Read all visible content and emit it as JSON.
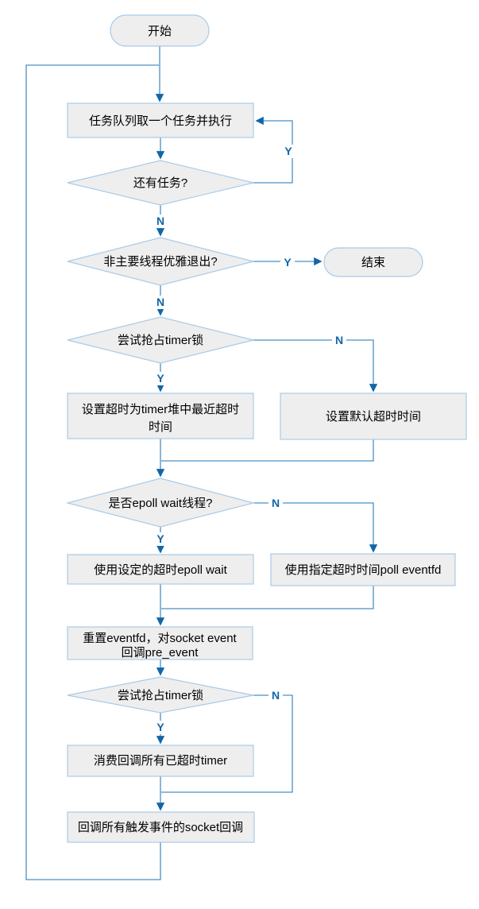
{
  "diagram": {
    "type": "flowchart",
    "language": "zh-CN",
    "colors": {
      "node_fill": "#eeeeee",
      "node_border": "#a9cbe8",
      "line": "#4a8fc3",
      "arrow": "#1166a8",
      "text": "#000000"
    },
    "nodes": {
      "start": {
        "type": "terminator",
        "label": "开始"
      },
      "take_task": {
        "type": "process",
        "label": "任务队列取一个任务并执行"
      },
      "more_tasks": {
        "type": "decision",
        "label": "还有任务?"
      },
      "graceful_exit": {
        "type": "decision",
        "label": "非主要线程优雅退出?"
      },
      "end": {
        "type": "terminator",
        "label": "结束"
      },
      "try_timer_lock_1": {
        "type": "decision",
        "label": "尝试抢占timer锁"
      },
      "set_timeout_heap": {
        "type": "process",
        "label": "设置超时为timer堆中最近超时时间",
        "lines": [
          "设置超时为timer堆中最近超时",
          "时间"
        ]
      },
      "set_default_timeout": {
        "type": "process",
        "label": "设置默认超时时间"
      },
      "is_epoll_thread": {
        "type": "decision",
        "label": "是否epoll wait线程?"
      },
      "epoll_wait": {
        "type": "process",
        "label": "使用设定的超时epoll wait"
      },
      "poll_eventfd": {
        "type": "process",
        "label": "使用指定超时时间poll eventfd"
      },
      "reset_eventfd": {
        "type": "process",
        "label": "重置eventfd，对socket event回调pre_event",
        "lines": [
          "重置eventfd，对socket event",
          "回调pre_event"
        ]
      },
      "try_timer_lock_2": {
        "type": "decision",
        "label": "尝试抢占timer锁"
      },
      "consume_timers": {
        "type": "process",
        "label": "消费回调所有已超时timer"
      },
      "socket_callbacks": {
        "type": "process",
        "label": "回调所有触发事件的socket回调"
      }
    },
    "edges": [
      {
        "from": "start",
        "to": "take_task",
        "label": ""
      },
      {
        "from": "take_task",
        "to": "more_tasks",
        "label": ""
      },
      {
        "from": "more_tasks",
        "to": "take_task",
        "label": "Y"
      },
      {
        "from": "more_tasks",
        "to": "graceful_exit",
        "label": "N"
      },
      {
        "from": "graceful_exit",
        "to": "end",
        "label": "Y"
      },
      {
        "from": "graceful_exit",
        "to": "try_timer_lock_1",
        "label": "N"
      },
      {
        "from": "try_timer_lock_1",
        "to": "set_timeout_heap",
        "label": "Y"
      },
      {
        "from": "try_timer_lock_1",
        "to": "set_default_timeout",
        "label": "N"
      },
      {
        "from": "set_timeout_heap",
        "to": "is_epoll_thread",
        "label": ""
      },
      {
        "from": "set_default_timeout",
        "to": "is_epoll_thread",
        "label": ""
      },
      {
        "from": "is_epoll_thread",
        "to": "epoll_wait",
        "label": "Y"
      },
      {
        "from": "is_epoll_thread",
        "to": "poll_eventfd",
        "label": "N"
      },
      {
        "from": "epoll_wait",
        "to": "reset_eventfd",
        "label": ""
      },
      {
        "from": "poll_eventfd",
        "to": "reset_eventfd",
        "label": ""
      },
      {
        "from": "reset_eventfd",
        "to": "try_timer_lock_2",
        "label": ""
      },
      {
        "from": "try_timer_lock_2",
        "to": "consume_timers",
        "label": "Y"
      },
      {
        "from": "try_timer_lock_2",
        "to": "socket_callbacks",
        "label": "N"
      },
      {
        "from": "consume_timers",
        "to": "socket_callbacks",
        "label": ""
      },
      {
        "from": "socket_callbacks",
        "to": "take_task",
        "label": ""
      }
    ]
  }
}
